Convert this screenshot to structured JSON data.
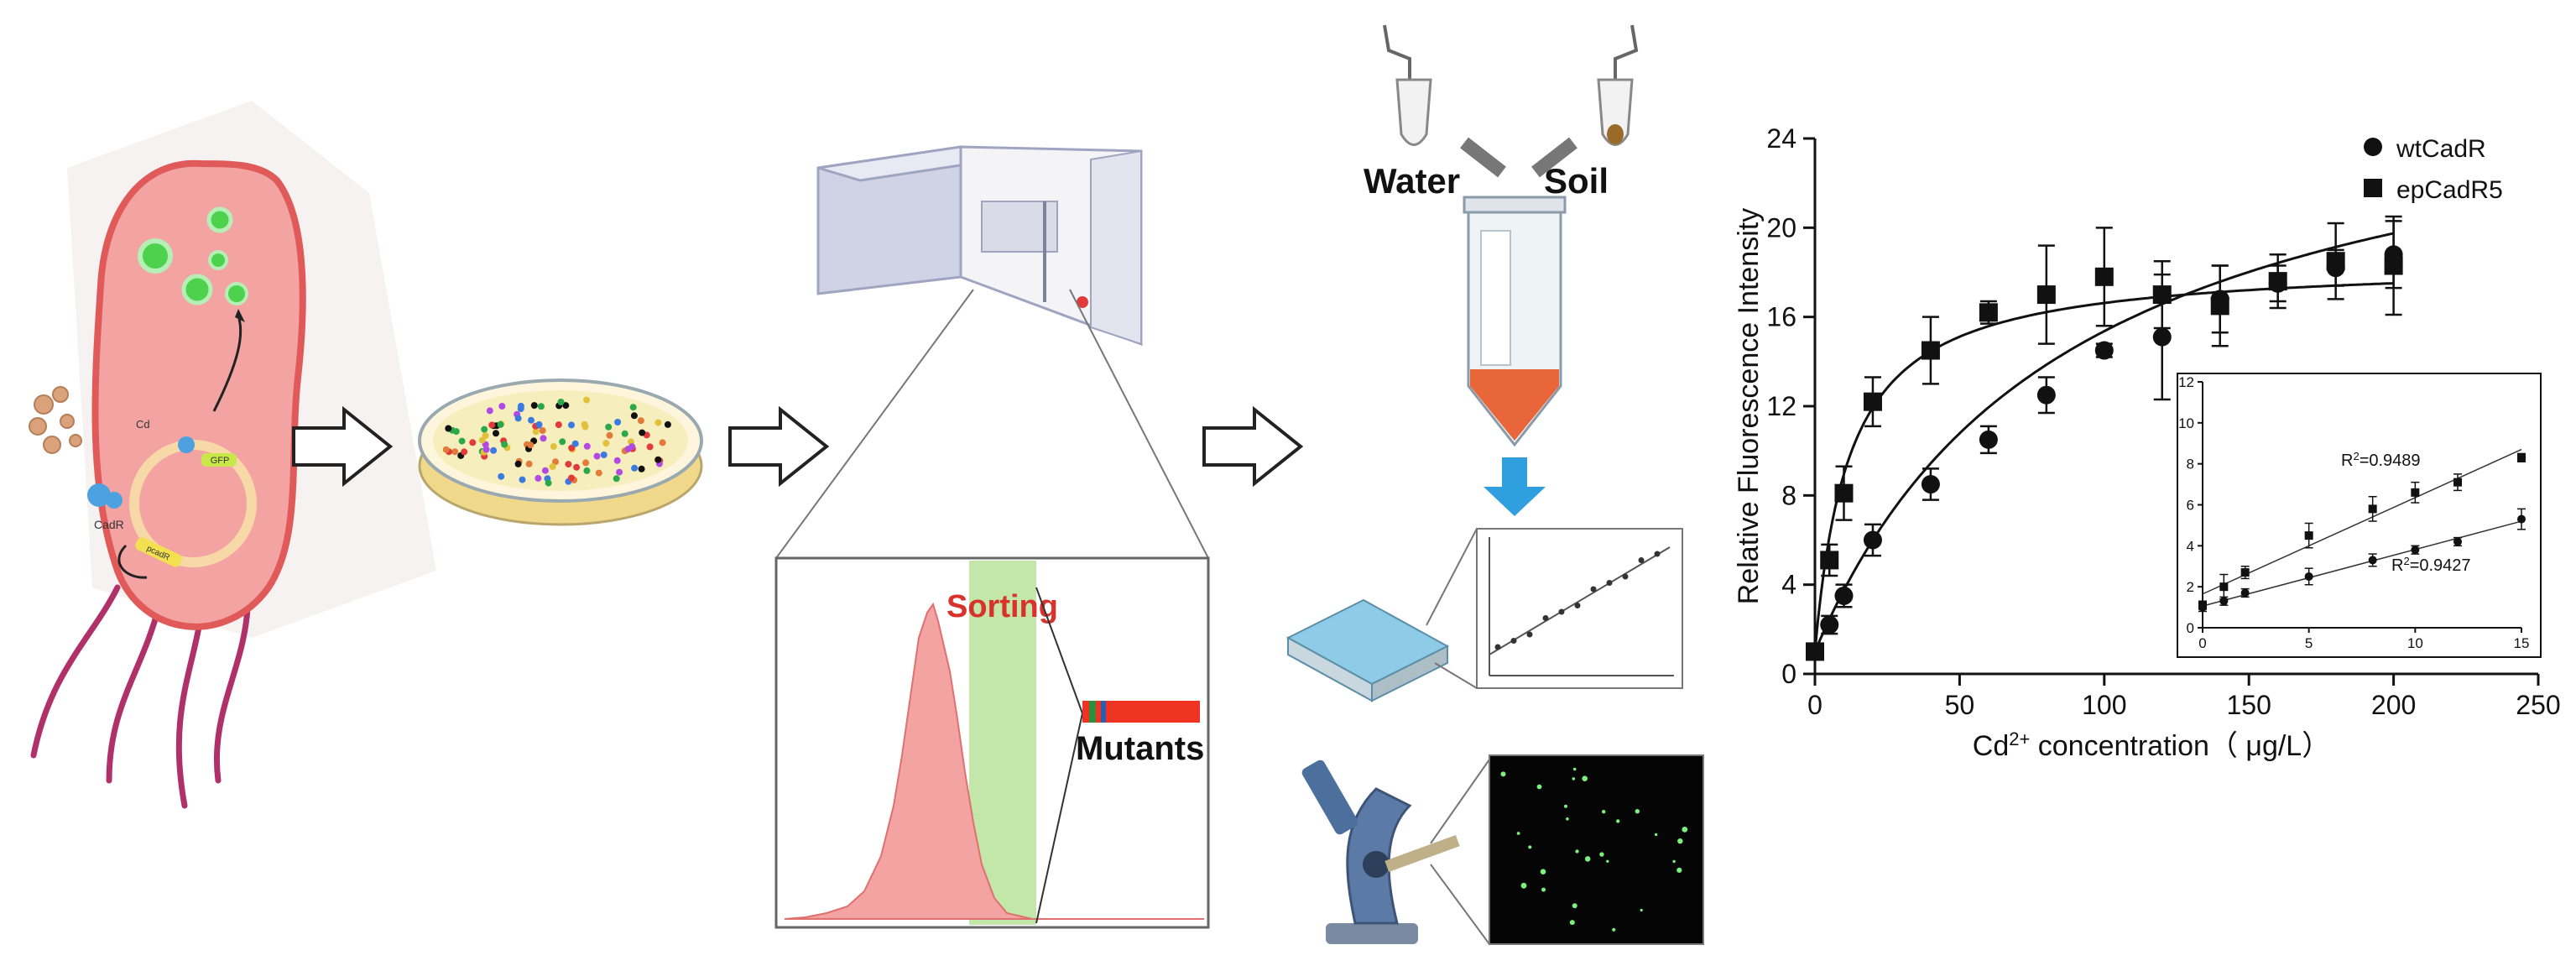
{
  "colors": {
    "bacterium_body": "#f07070",
    "bacterium_fill": "#f4a3a3",
    "gfp_green": "#4ed24e",
    "sorting_label": "#d9322b",
    "sorting_gate": "#b9e39a",
    "histogram_fill": "#f4a3a3",
    "mutant_bar": "#ee3322",
    "arrow_blue": "#2f9fe0",
    "tube_sediment": "#e8663a",
    "plate_blue": "#8ecbe6",
    "black": "#111111"
  },
  "icons": {
    "bacterium": "bacterium-icon",
    "petri_dish": "petri-dish-icon",
    "flow_cytometer": "flow-cytometer-icon",
    "falcon_tube": "falcon-tube-icon",
    "microplate": "microplate-icon",
    "microscope": "microscope-icon"
  },
  "schematic": {
    "plasmid_labels": {
      "cadr": "CadR",
      "gfp": "GFP",
      "cd": "Cd",
      "promoter": "pcadR"
    },
    "sorting_label": "Sorting",
    "mutants_label": "Mutants",
    "water_label": "Water",
    "soil_label": "Soil"
  },
  "chart_data": [
    {
      "type": "scatter",
      "title": "",
      "xlabel": "Cd",
      "xlabel_superscript": "2+",
      "xlabel_suffix": " concentration（ μg/L）",
      "ylabel": "Relative Fluorescence Intensity",
      "xlim": [
        0,
        250
      ],
      "ylim": [
        0,
        24
      ],
      "xticks": [
        0,
        50,
        100,
        150,
        200,
        250
      ],
      "yticks": [
        0,
        4,
        8,
        12,
        16,
        20,
        24
      ],
      "legend_position": "top-right",
      "grid": false,
      "series": [
        {
          "name": "wtCadR",
          "marker": "circle",
          "x": [
            0,
            5,
            10,
            20,
            40,
            60,
            80,
            100,
            120,
            140,
            160,
            180,
            200
          ],
          "y": [
            1.0,
            2.2,
            3.5,
            6.0,
            8.5,
            10.5,
            12.5,
            14.5,
            15.1,
            16.8,
            17.5,
            18.2,
            18.8
          ],
          "err": [
            0.3,
            0.4,
            0.5,
            0.7,
            0.7,
            0.6,
            0.8,
            0.3,
            2.8,
            1.5,
            0.8,
            0.8,
            1.5
          ]
        },
        {
          "name": "epCadR5",
          "marker": "square",
          "x": [
            0,
            5,
            10,
            20,
            40,
            60,
            80,
            100,
            120,
            140,
            160,
            180,
            200
          ],
          "y": [
            1.0,
            5.1,
            8.1,
            12.2,
            14.5,
            16.2,
            17.0,
            17.8,
            17.0,
            16.5,
            17.6,
            18.5,
            18.3
          ],
          "err": [
            0.3,
            0.7,
            1.2,
            1.1,
            1.5,
            0.5,
            2.2,
            2.2,
            1.5,
            1.8,
            1.2,
            1.7,
            2.2
          ]
        }
      ],
      "fit_curves": [
        {
          "series": "wtCadR",
          "model": "one-site saturation",
          "params": {
            "ymax": 27.0,
            "k": 88.0,
            "y0": 1.0
          }
        },
        {
          "series": "epCadR5",
          "model": "one-site saturation",
          "params": {
            "ymax": 17.5,
            "k": 12.0,
            "y0": 1.0
          }
        }
      ]
    },
    {
      "type": "scatter",
      "title": "",
      "xlim": [
        0,
        15
      ],
      "ylim": [
        0,
        12
      ],
      "xticks": [
        0,
        5,
        10,
        15
      ],
      "yticks": [
        0,
        2,
        4,
        6,
        8,
        10,
        12
      ],
      "series": [
        {
          "name": "epCadR5",
          "marker": "square",
          "x": [
            0,
            1,
            2,
            5,
            8,
            10,
            12,
            15
          ],
          "y": [
            1.1,
            2.0,
            2.7,
            4.5,
            5.8,
            6.6,
            7.1,
            8.3
          ],
          "err": [
            0.2,
            0.6,
            0.3,
            0.6,
            0.6,
            0.5,
            0.4,
            0.2
          ]
        },
        {
          "name": "wtCadR",
          "marker": "circle",
          "x": [
            0,
            1,
            2,
            5,
            8,
            10,
            12,
            15
          ],
          "y": [
            1.0,
            1.3,
            1.7,
            2.5,
            3.3,
            3.8,
            4.2,
            5.3
          ],
          "err": [
            0.2,
            0.2,
            0.2,
            0.4,
            0.3,
            0.2,
            0.2,
            0.5
          ]
        }
      ],
      "annotations": [
        {
          "text": "R",
          "sup": "2",
          "suffix": "=0.9489",
          "series": "epCadR5"
        },
        {
          "text": "R",
          "sup": "2",
          "suffix": "=0.9427",
          "series": "wtCadR"
        }
      ]
    }
  ]
}
